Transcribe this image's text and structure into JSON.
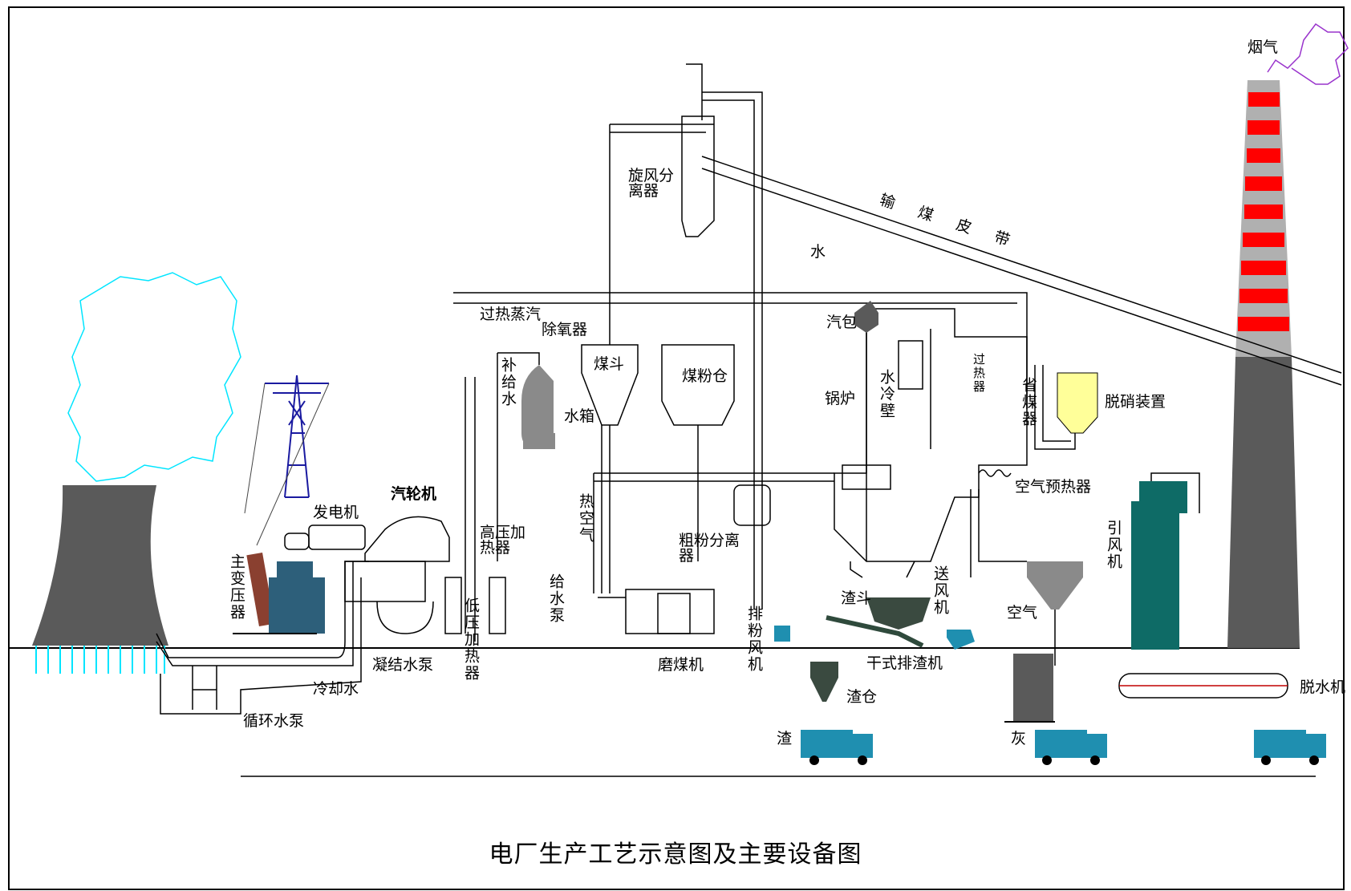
{
  "title": "电厂生产工艺示意图及主要设备图",
  "labels": {
    "smoke": "烟气",
    "conveyor": "输　煤　皮　带",
    "water": "水",
    "cyclone": "旋风分离器",
    "superheated_steam": "过热蒸汽",
    "deaerator": "除氧器",
    "makeup_water": "补给水",
    "water_tank": "水箱",
    "coal_hopper": "煤斗",
    "pulverized_coal_bin": "煤粉仓",
    "drum": "汽包",
    "boiler": "锅炉",
    "water_wall": "水冷壁",
    "superheater": "过热器",
    "economizer": "省煤器",
    "denitrification": "脱硝装置",
    "generator": "发电机",
    "turbine": "汽轮机",
    "hp_heater": "高压加热器",
    "lp_heater": "低压加热器",
    "feed_pump": "给水泵",
    "hot_air": "热空气",
    "coarse_separator": "粗粉分离器",
    "air_preheater": "空气预热器",
    "induced_fan": "引风机",
    "forced_fan": "送风机",
    "air": "空气",
    "main_transformer": "主变压器",
    "condensate_pump": "凝结水泵",
    "cooling_water": "冷却水",
    "circ_pump": "循环水泵",
    "coal_mill": "磨煤机",
    "exhaust_fan": "排粉风机",
    "slag_hopper": "渣斗",
    "dry_slag": "干式排渣机",
    "slag_bin": "渣仓",
    "dewater": "脱水机",
    "slag": "渣",
    "ash": "灰"
  },
  "colors": {
    "tower": "#5a5a5a",
    "steam_cloud": "#00e5ff",
    "smoke_cloud": "#9933cc",
    "chimney_red": "#ff0000",
    "chimney_grey": "#b0b0b0",
    "pylon": "#1a1aa0",
    "equipment_blue": "#2d5f7a",
    "teal": "#0e6b66",
    "truck_blue": "#1f8fb0",
    "grey_equipment": "#8a8a8a",
    "denox_yellow": "#ffff99"
  }
}
